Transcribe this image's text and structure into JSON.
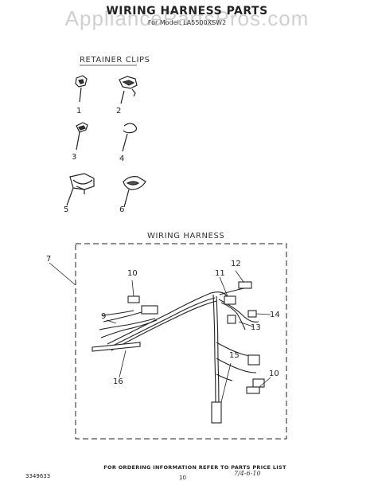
{
  "title": "WIRING HARNESS PARTS",
  "subtitle": "For Model: LA5500XSW2",
  "watermark": "AppliancePartsPros.com",
  "sections": {
    "retainer_clips": "RETAINER CLIPS",
    "wiring_harness": "WIRING HARNESS"
  },
  "callouts": [
    "1",
    "2",
    "3",
    "4",
    "5",
    "6",
    "7",
    "9",
    "10",
    "11",
    "12",
    "13",
    "14",
    "15",
    "16",
    "10"
  ],
  "footer": "FOR ORDERING INFORMATION REFER TO PARTS PRICE LIST",
  "part_number": "3349633",
  "page_number": "10",
  "handwritten_note": "7/4-6-10"
}
